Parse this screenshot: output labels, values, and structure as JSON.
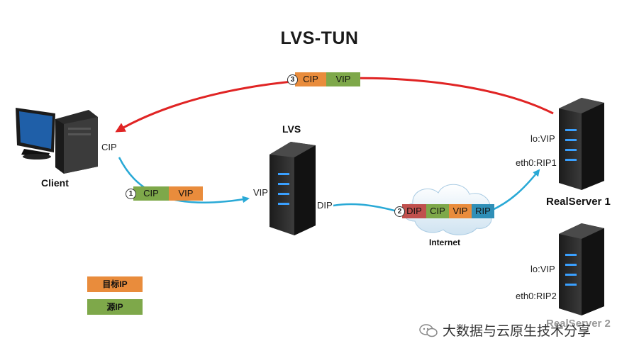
{
  "title": "LVS-TUN",
  "client": {
    "label": "Client",
    "ip_label": "CIP"
  },
  "lvs": {
    "label": "LVS",
    "vip_label": "VIP",
    "dip_label": "DIP"
  },
  "internet": {
    "label": "Internet"
  },
  "realserver1": {
    "label": "RealServer 1",
    "lo_label": "lo:VIP",
    "eth_label": "eth0:RIP1"
  },
  "realserver2": {
    "label": "RealServer 2",
    "lo_label": "lo:VIP",
    "eth_label": "eth0:RIP2"
  },
  "packets": [
    {
      "number": "1",
      "fields": [
        {
          "text": "CIP",
          "role": "source"
        },
        {
          "text": "VIP",
          "role": "destination"
        }
      ]
    },
    {
      "number": "2",
      "fields": [
        {
          "text": "DIP",
          "role": "outer-source"
        },
        {
          "text": "CIP",
          "role": "source"
        },
        {
          "text": "VIP",
          "role": "destination"
        },
        {
          "text": "RIP",
          "role": "outer-destination"
        }
      ]
    },
    {
      "number": "3",
      "fields": [
        {
          "text": "CIP",
          "role": "destination"
        },
        {
          "text": "VIP",
          "role": "source"
        }
      ]
    }
  ],
  "legend": {
    "destination_label": "目标IP",
    "source_label": "源IP"
  },
  "watermark": "大数据与云原生技术分享",
  "colors": {
    "source": "#7ea84a",
    "destination": "#e98c3c",
    "outer_source": "#c0504d",
    "outer_destination": "#2f8fb7",
    "request_arrow": "#29a9d6",
    "response_arrow": "#e02424"
  }
}
